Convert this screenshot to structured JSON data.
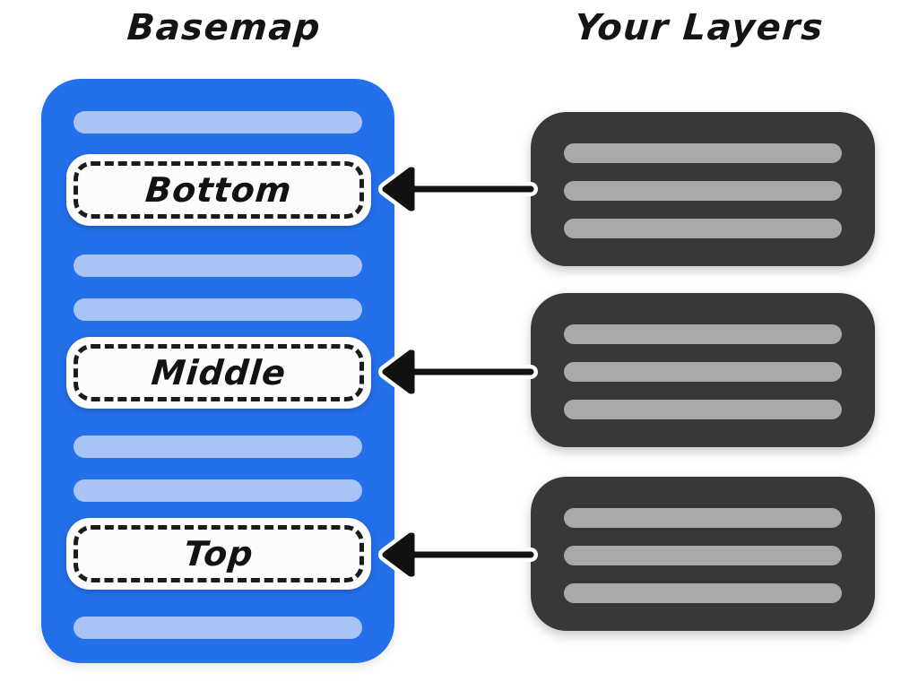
{
  "diagram": {
    "title_left": "Basemap",
    "title_right": "Your Layers",
    "colors": {
      "basemap_blue": "#2470ea",
      "basemap_bar": "#a8c3f5",
      "layer_card_dark": "#383838",
      "layer_card_bar": "#a9a9a9",
      "slot_fill": "#fcfcfc",
      "dash_stroke": "#1b1b1b",
      "arrow": "#111111",
      "arrow_halo": "#ffffff",
      "background": "#ffffff",
      "heading_text": "#141414"
    }
  },
  "basemap": {
    "heading": "Basemap",
    "rows": [
      {
        "kind": "bar",
        "label": ""
      },
      {
        "kind": "slot",
        "label": "Bottom"
      },
      {
        "kind": "bar",
        "label": ""
      },
      {
        "kind": "bar",
        "label": ""
      },
      {
        "kind": "slot",
        "label": "Middle"
      },
      {
        "kind": "bar",
        "label": ""
      },
      {
        "kind": "bar",
        "label": ""
      },
      {
        "kind": "slot",
        "label": "Top"
      },
      {
        "kind": "bar",
        "label": ""
      }
    ],
    "slots": [
      {
        "label": "Bottom"
      },
      {
        "label": "Middle"
      },
      {
        "label": "Top"
      }
    ]
  },
  "your_layers": {
    "heading": "Your Layers",
    "cards": [
      {
        "bars": 3,
        "target_slot": "Bottom"
      },
      {
        "bars": 3,
        "target_slot": "Middle"
      },
      {
        "bars": 3,
        "target_slot": "Top"
      }
    ]
  },
  "arrows": [
    {
      "direction": "left",
      "from": "layer-card-1",
      "to": "Bottom"
    },
    {
      "direction": "left",
      "from": "layer-card-2",
      "to": "Middle"
    },
    {
      "direction": "left",
      "from": "layer-card-3",
      "to": "Top"
    }
  ]
}
